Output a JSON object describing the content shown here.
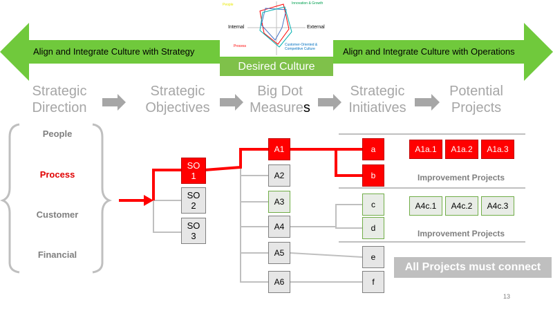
{
  "culture_graphic": {
    "people": "People",
    "innovation": "Innovation & Growth",
    "internal": "Internal",
    "external": "External",
    "process": "Process",
    "customer_oriented": "Customer-Oriented & Competitive Culture"
  },
  "banner": {
    "left": "Align and Integrate Culture with Strategy",
    "right": "Align and Integrate Culture with Operations",
    "center": "Desired Culture",
    "color": "#70c93c"
  },
  "columns": [
    {
      "line1": "Strategic",
      "line2": "Direction"
    },
    {
      "line1": "Strategic",
      "line2": "Objectives"
    },
    {
      "line1": "Big Dot",
      "line2_main": "Measure",
      "line2_suffix": "s"
    },
    {
      "line1": "Strategic",
      "line2": "Initiatives"
    },
    {
      "line1": "Potential",
      "line2": "Projects"
    }
  ],
  "categories": [
    "People",
    "Process",
    "Customer",
    "Financial"
  ],
  "objectives": [
    {
      "l1": "SO",
      "l2": "1"
    },
    {
      "l1": "SO",
      "l2": "2"
    },
    {
      "l1": "SO",
      "l2": "3"
    }
  ],
  "measures": [
    "A1",
    "A2",
    "A3",
    "A4",
    "A5",
    "A6"
  ],
  "initiatives": [
    "a",
    "b",
    "c",
    "d",
    "e",
    "f"
  ],
  "projects_top": [
    "A1a.1",
    "A1a.2",
    "A1a.3"
  ],
  "projects_bottom": [
    "A4c.1",
    "A4c.2",
    "A4c.3"
  ],
  "improvement_label_1": "Improvement Projects",
  "improvement_label_2": "Improvement Projects",
  "connect_note": "All Projects must connect",
  "page_number": "13",
  "colors": {
    "highlight": "#ff0000",
    "accent_green": "#70ad47",
    "gray_text": "#a6a6a6"
  }
}
